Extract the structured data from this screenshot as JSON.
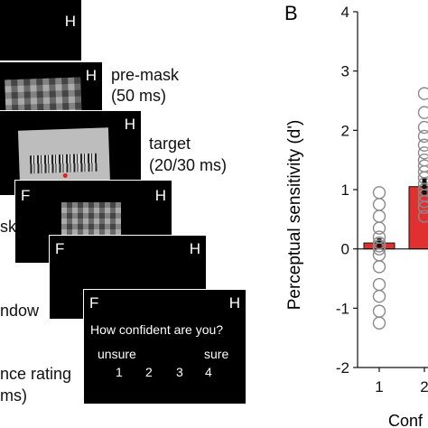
{
  "panel_a": {
    "corner_letters": [
      "H",
      "H",
      "H",
      "F",
      "H",
      "F",
      "H",
      "F",
      "H"
    ],
    "labels": {
      "premask": "pre-mask",
      "premask_dur": "(50 ms)",
      "target": "target",
      "target_dur": "(20/30 ms)",
      "mask_partial": "sk",
      "window_partial": "ndow",
      "rating_partial": "nce rating",
      "rating_dur_partial": "ms)"
    },
    "dialog": {
      "question": "How confident are you?",
      "unsure": "unsure",
      "sure": "sure",
      "options": [
        "1",
        "2",
        "3",
        "4"
      ]
    }
  },
  "panel_b": {
    "letter": "B",
    "xlabel_partial": "Conf"
  },
  "chart_data": {
    "type": "bar",
    "ylabel": "Perceptual sensitivity (d')",
    "ylim": [
      -2,
      4
    ],
    "yticks": [
      "-2",
      "-1",
      "0",
      "1",
      "2",
      "3",
      "4"
    ],
    "categories": [
      "1",
      "2"
    ],
    "values": [
      0.1,
      1.05
    ],
    "error": [
      0.08,
      0.15
    ],
    "bar_color": "#e03030",
    "points": [
      [
        0.95,
        0.75,
        0.55,
        0.35,
        0.2,
        0.1,
        0.05,
        0.0,
        -0.1,
        -0.3,
        -0.6,
        -0.8,
        -1.05,
        -1.25
      ],
      [
        2.62,
        2.3,
        2.05,
        1.9,
        1.75,
        1.62,
        1.5,
        1.4,
        1.3,
        1.2,
        1.1,
        1.0,
        0.9,
        0.8,
        0.7,
        0.55
      ]
    ]
  }
}
